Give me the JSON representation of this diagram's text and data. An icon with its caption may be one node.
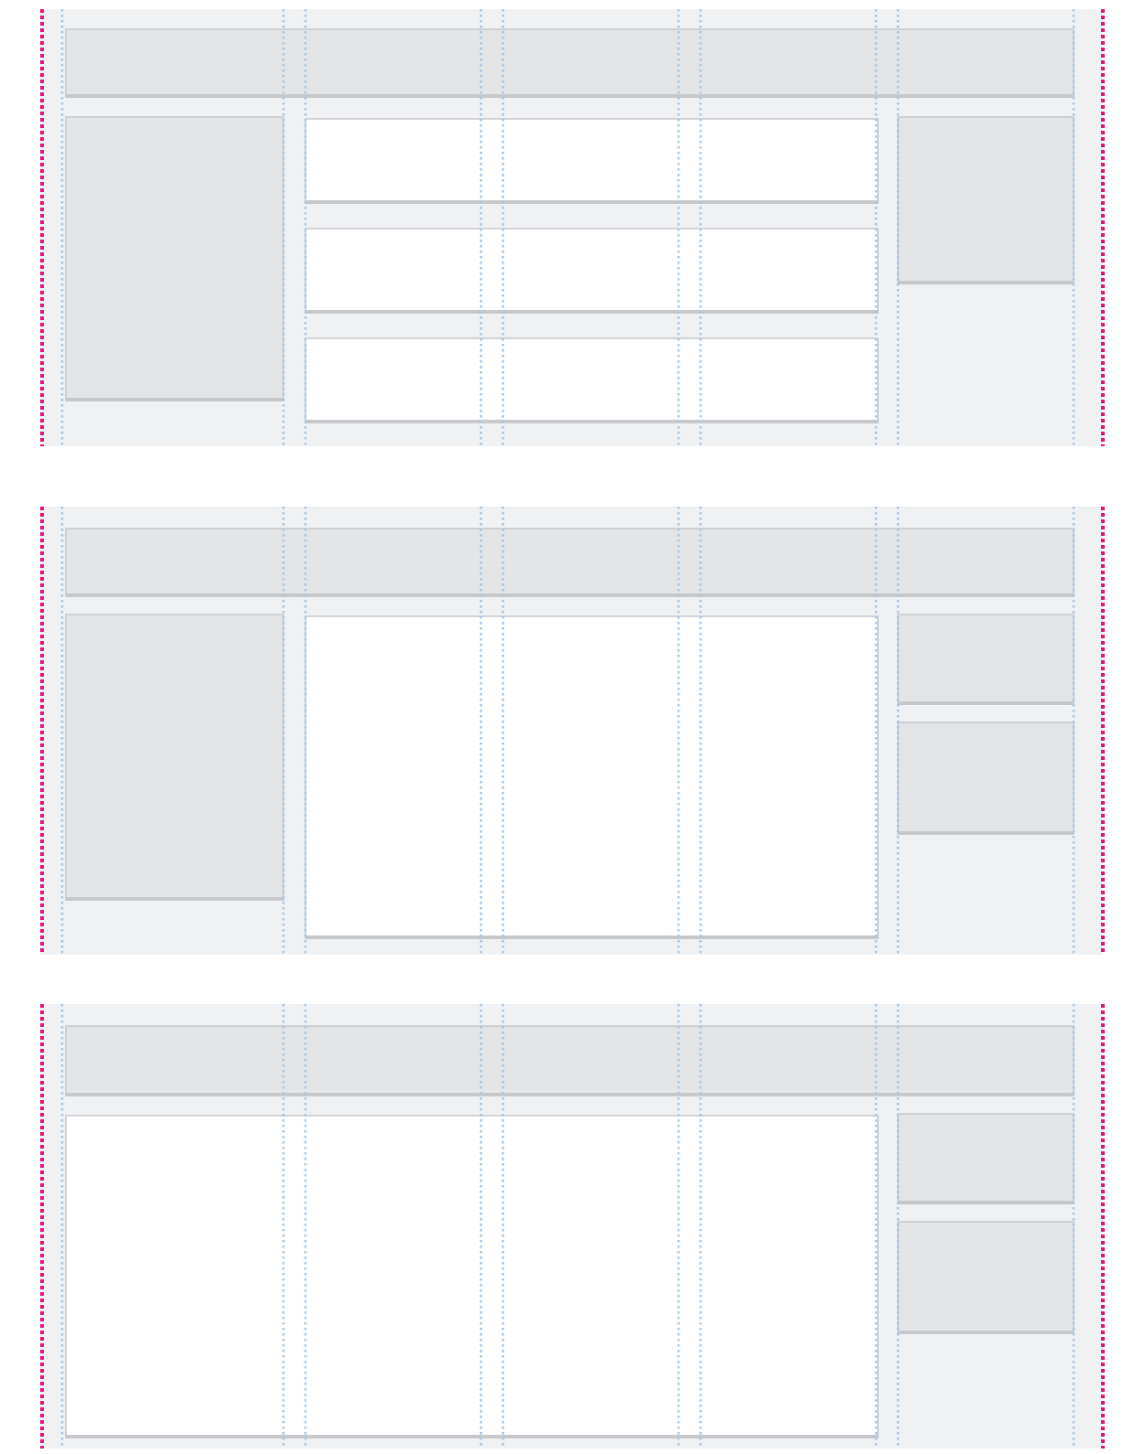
{
  "diagram": {
    "nodes": [
      {
        "text": [],
        "shape": "box"
      },
      {
        "text": [],
        "shape": "box",
        "in": 0
      },
      {
        "text": [],
        "shape": "box",
        "in": 0
      },
      {
        "text": [],
        "shape": "box",
        "in": 0
      },
      {
        "text": [],
        "shape": "box",
        "in": 0
      },
      {
        "text": [],
        "shape": "box",
        "in": 0
      },
      {
        "text": [],
        "shape": "box",
        "in": 0
      },
      {
        "text": [],
        "shape": "box"
      },
      {
        "text": [],
        "shape": "box",
        "in": 7
      },
      {
        "text": [],
        "shape": "box",
        "in": 7
      },
      {
        "text": [],
        "shape": "box",
        "in": 7
      },
      {
        "text": [],
        "shape": "box",
        "in": 7
      },
      {
        "text": [],
        "shape": "box",
        "in": 7
      },
      {
        "text": [],
        "shape": "box"
      },
      {
        "text": [],
        "shape": "box",
        "in": 13
      },
      {
        "text": [],
        "shape": "box",
        "in": 13
      },
      {
        "text": [],
        "shape": "box",
        "in": 13
      },
      {
        "text": [],
        "shape": "box",
        "in": 13
      }
    ]
  }
}
